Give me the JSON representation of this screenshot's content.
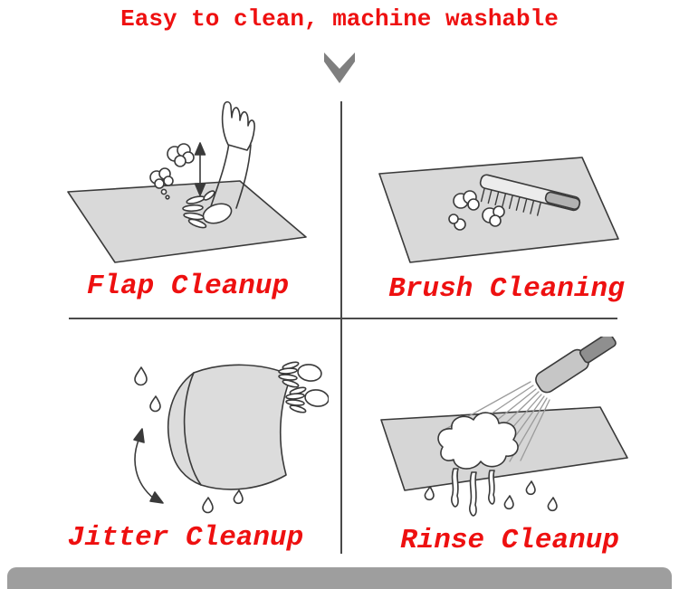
{
  "header": {
    "title": "Easy to clean, machine washable"
  },
  "panels": [
    {
      "id": "flap-cleanup",
      "label": "Flap Cleanup"
    },
    {
      "id": "brush-cleaning",
      "label": "Brush Cleaning"
    },
    {
      "id": "jitter-cleanup",
      "label": "Jitter Cleanup"
    },
    {
      "id": "rinse-cleanup",
      "label": "Rinse Cleanup"
    }
  ],
  "icons": {
    "chevron": "chevron-down-icon",
    "flap": "flap-cleanup-illustration",
    "brush": "brush-cleaning-illustration",
    "jitter": "jitter-cleanup-illustration",
    "rinse": "rinse-cleanup-illustration"
  },
  "colors": {
    "accent_red": "#ee1010",
    "mat_gray": "#d9d9d9",
    "line_dark": "#3a3a3a",
    "chevron_gray": "#7f7f7f",
    "divider": "#4a4a4a",
    "footer_gray": "#9e9e9e"
  }
}
